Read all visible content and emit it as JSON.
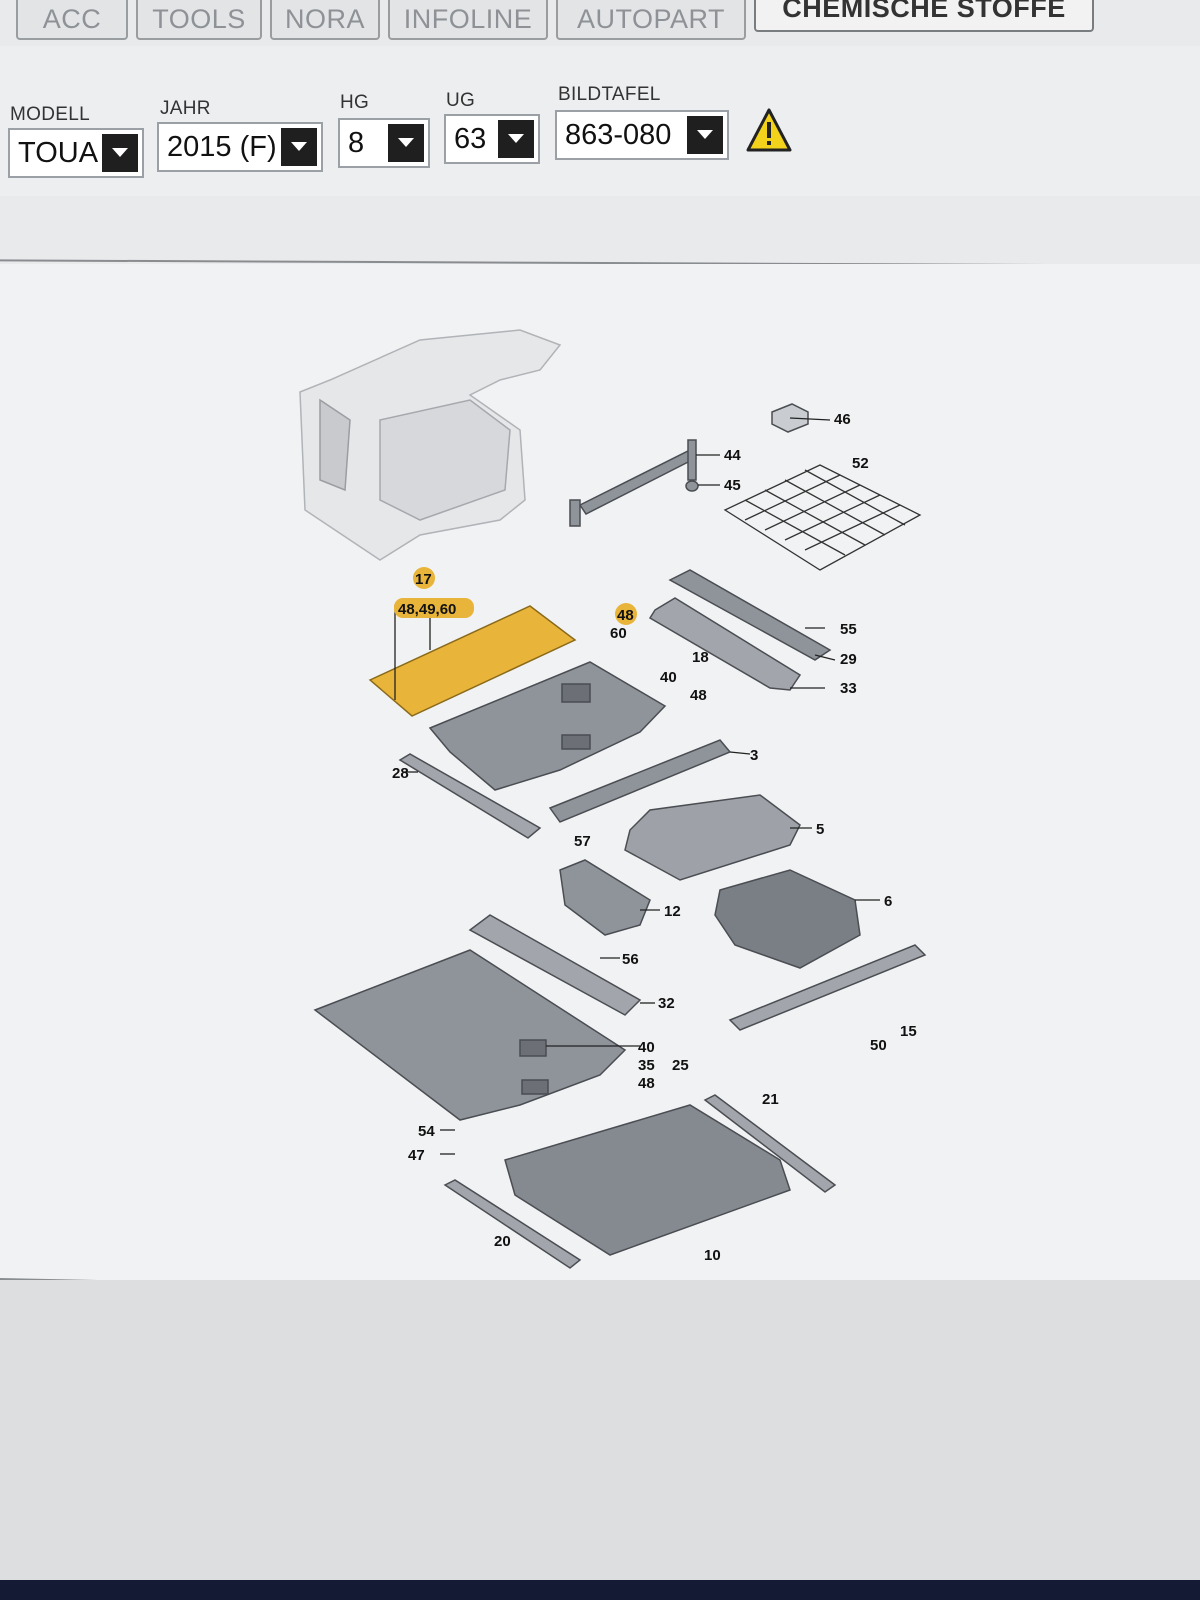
{
  "tabs": [
    {
      "label": "ACC"
    },
    {
      "label": "TOOLS"
    },
    {
      "label": "NORA"
    },
    {
      "label": "INFOLINE"
    },
    {
      "label": "AUTOPART"
    },
    {
      "label": "CHEMISCHE STOFFE"
    }
  ],
  "filters": {
    "modell": {
      "label": "MODELL",
      "value": "TOUA"
    },
    "jahr": {
      "label": "JAHR",
      "value": "2015 (F)"
    },
    "hg": {
      "label": "HG",
      "value": "8"
    },
    "ug": {
      "label": "UG",
      "value": "63"
    },
    "bildtafel": {
      "label": "BILDTAFEL",
      "value": "863-080"
    }
  },
  "icons": {
    "dropdown": "chevron-down-icon",
    "warning": "warning-icon"
  },
  "colors": {
    "highlight": "#e8b43a",
    "part_fill": "#8f949b"
  },
  "diagram": {
    "callouts": {
      "c46": "46",
      "c52": "52",
      "c44": "44",
      "c45": "45",
      "c17": "17",
      "c48_49_60": "48,49,60",
      "c48a": "48",
      "c60": "60",
      "c55": "55",
      "c29": "29",
      "c18": "18",
      "c33": "33",
      "c40a": "40",
      "c48b": "48",
      "c3": "3",
      "c28": "28",
      "c5": "5",
      "c57": "57",
      "c12": "12",
      "c6": "6",
      "c56": "56",
      "c32": "32",
      "c15": "15",
      "c50": "50",
      "c40b": "40",
      "c35": "35",
      "c25": "25",
      "c48c": "48",
      "c21": "21",
      "c54": "54",
      "c47": "47",
      "c20": "20",
      "c10": "10"
    }
  }
}
